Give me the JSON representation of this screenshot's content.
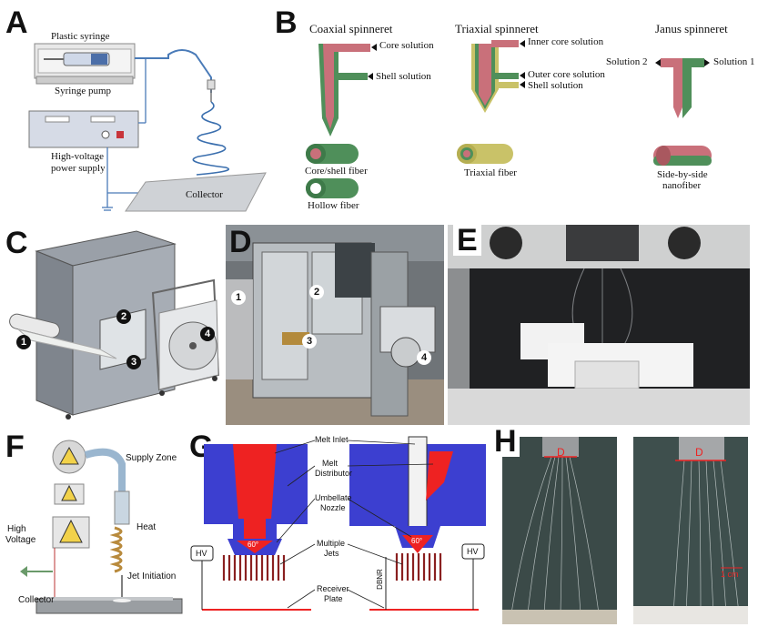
{
  "panels": {
    "a": {
      "letter": "A",
      "labels": {
        "syringe": "Plastic syringe",
        "pump": "Syringe pump",
        "power": "High-voltage",
        "power2": "power supply",
        "collector": "Collector"
      }
    },
    "b": {
      "letter": "B",
      "coaxial": {
        "title": "Coaxial spinneret",
        "core": "Core solution",
        "shell": "Shell solution",
        "fiber1": "Core/shell fiber",
        "fiber2": "Hollow fiber"
      },
      "triaxial": {
        "title": "Triaxial spinneret",
        "inner": "Inner core solution",
        "outer": "Outer core solution",
        "shell": "Shell solution",
        "fiber": "Triaxial fiber"
      },
      "janus": {
        "title": "Janus spinneret",
        "sol2": "Solution 2",
        "sol1": "Solution 1",
        "fiber": "Side-by-side",
        "fiber2": "nanofiber"
      }
    },
    "c": {
      "letter": "C",
      "markers": [
        "1",
        "2",
        "3",
        "4"
      ]
    },
    "d": {
      "letter": "D",
      "markers": [
        "1",
        "2",
        "3",
        "4"
      ]
    },
    "e": {
      "letter": "E"
    },
    "f": {
      "letter": "F",
      "labels": {
        "supply": "Supply Zone",
        "heat": "Heat",
        "high": "High",
        "voltage": "Voltage",
        "jet": "Jet Initiation",
        "collector": "Collector"
      }
    },
    "g": {
      "letter": "G",
      "labels": {
        "inlet": "Melt Inlet",
        "melt": "Melt",
        "distributor": "Distributor",
        "umbellate": "Umbellate",
        "nozzle": "Nozzle",
        "multiple": "Multiple",
        "jets": "Jets",
        "receiver": "Receiver",
        "plate": "Plate",
        "hv": "HV",
        "angle": "60°",
        "dbnr": "DBNR"
      }
    },
    "h": {
      "letter": "H",
      "d1": "D",
      "d2": "D",
      "scale": "1 cm"
    }
  }
}
